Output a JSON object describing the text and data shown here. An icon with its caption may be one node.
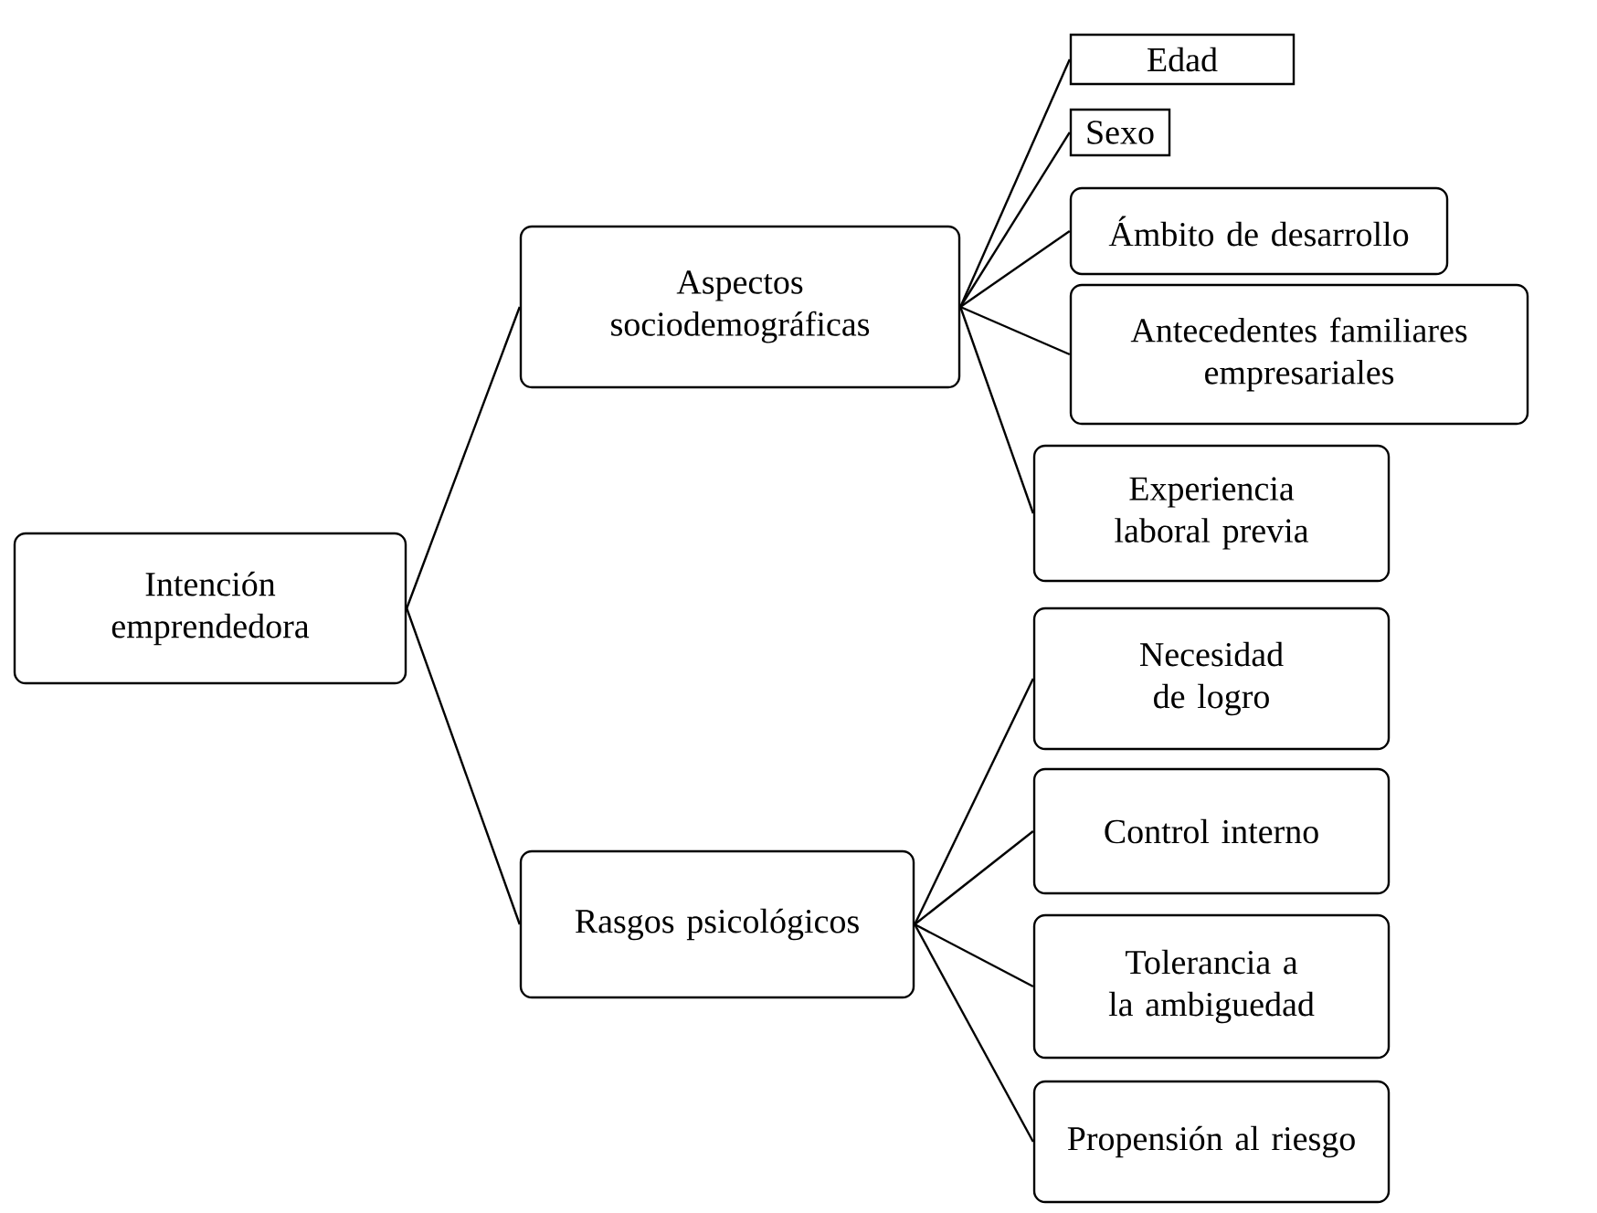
{
  "diagram": {
    "nodes": [
      {
        "text": [
          "Intención emprendedora"
        ]
      },
      {
        "text": [
          "Aspectos sociodemográficas"
        ]
      },
      {
        "text": [
          "Edad"
        ]
      },
      {
        "text": [
          "Sexo"
        ]
      },
      {
        "text": [
          "Ámbito de desarrollo"
        ]
      },
      {
        "text": [
          "Antecedentes familiares empresariales"
        ]
      },
      {
        "text": [
          "Experiencia laboral previa"
        ]
      },
      {
        "text": [
          "Rasgos psicológicos"
        ]
      },
      {
        "text": [
          "Necesidad de logro"
        ]
      },
      {
        "text": [
          "Control interno"
        ]
      },
      {
        "text": [
          "Tolerancia a la ambiguedad"
        ]
      },
      {
        "text": [
          "Propensión al riesgo"
        ]
      }
    ],
    "edges": [
      {
        "from": 0,
        "to": 1,
        "arrow": "none"
      },
      {
        "from": 0,
        "to": 7,
        "arrow": "none"
      },
      {
        "from": 1,
        "to": 2,
        "arrow": "none"
      },
      {
        "from": 1,
        "to": 3,
        "arrow": "none"
      },
      {
        "from": 1,
        "to": 4,
        "arrow": "none"
      },
      {
        "from": 1,
        "to": 5,
        "arrow": "none"
      },
      {
        "from": 1,
        "to": 6,
        "arrow": "none"
      },
      {
        "from": 7,
        "to": 8,
        "arrow": "none"
      },
      {
        "from": 7,
        "to": 9,
        "arrow": "none"
      },
      {
        "from": 7,
        "to": 10,
        "arrow": "none"
      },
      {
        "from": 7,
        "to": 11,
        "arrow": "none"
      }
    ]
  }
}
